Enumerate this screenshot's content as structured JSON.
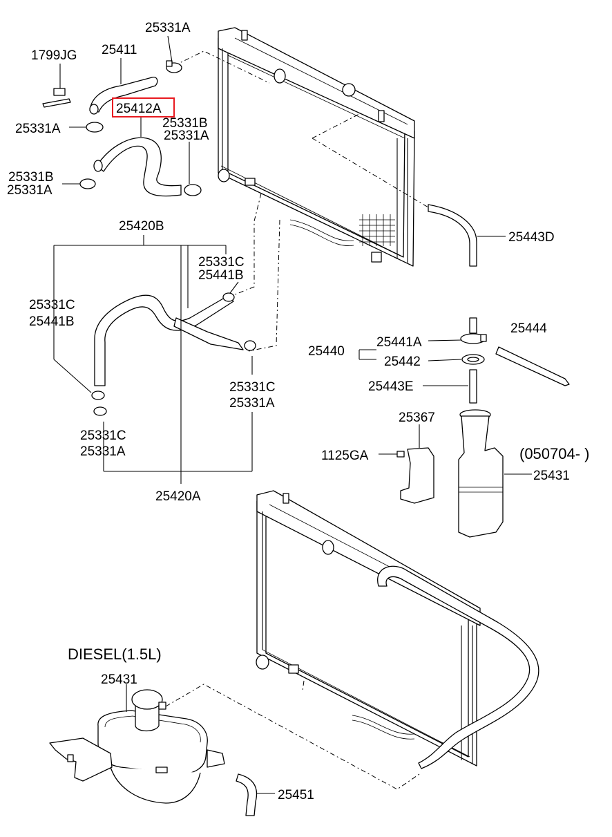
{
  "labels": {
    "l_1799jg": "1799JG",
    "l_25411": "25411",
    "l_25331a_top": "25331A",
    "l_25412a": "25412A",
    "l_25331a_left": "25331A",
    "l_25331b_mid": "25331B",
    "l_25331a_mid": "25331A",
    "l_25331b_left": "25331B",
    "l_25331a_left2": "25331A",
    "l_25420b": "25420B",
    "l_25443d": "25443D",
    "l_25331c_r": "25331C",
    "l_25441b_r": "25441B",
    "l_25331c_l": "25331C",
    "l_25441b_l": "25441B",
    "l_25440": "25440",
    "l_25441a": "25441A",
    "l_25442": "25442",
    "l_25444": "25444",
    "l_25443e": "25443E",
    "l_25331c_m": "25331C",
    "l_25331a_m": "25331A",
    "l_25331c_b": "25331C",
    "l_25331a_b": "25331A",
    "l_25367": "25367",
    "l_1125ga": "1125GA",
    "l_050704": "(050704- )",
    "l_25431_r": "25431",
    "l_25420a": "25420A",
    "l_diesel": "DIESEL(1.5L)",
    "l_25431_b": "25431",
    "l_25451": "25451"
  },
  "highlight": {
    "color": "#e8191f"
  }
}
